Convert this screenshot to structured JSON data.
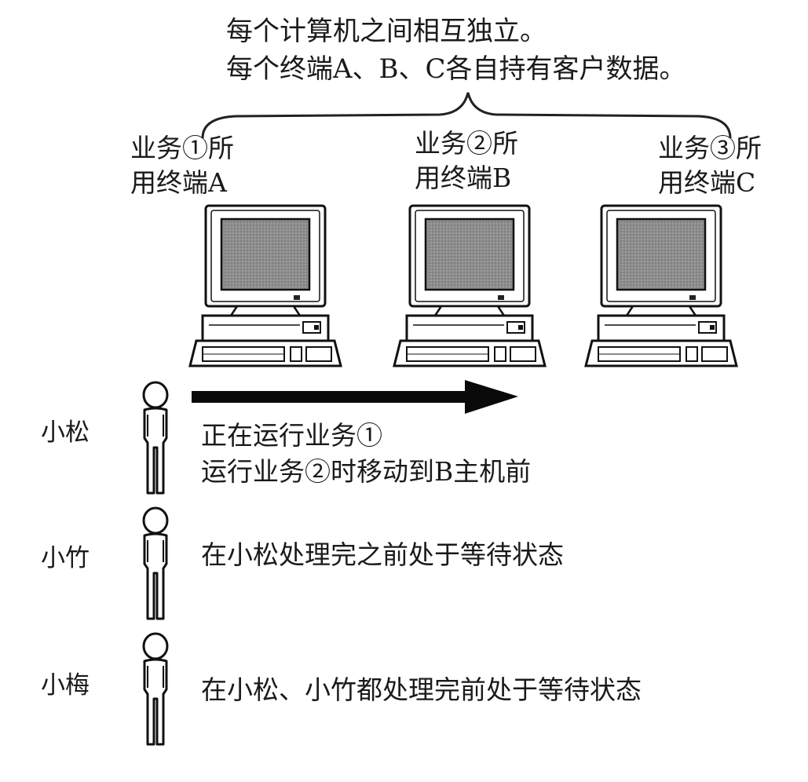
{
  "header": {
    "line1": "每个计算机之间相互独立。",
    "line2": "每个终端A、B、C各自持有客户数据。"
  },
  "terminals": [
    {
      "name": "terminal-a",
      "line1": "业务①所",
      "line2": "用终端A"
    },
    {
      "name": "terminal-b",
      "line1": "业务②所",
      "line2": "用终端B"
    },
    {
      "name": "terminal-c",
      "line1": "业务③所",
      "line2": "用终端C"
    }
  ],
  "people": [
    {
      "name": "小松",
      "status_lines": [
        "正在运行业务①",
        "运行业务②时移动到B主机前"
      ]
    },
    {
      "name": "小竹",
      "status_lines": [
        "在小松处理完之前处于等待状态"
      ]
    },
    {
      "name": "小梅",
      "status_lines": [
        "在小松、小竹都处理完前处于等待状态"
      ]
    }
  ]
}
